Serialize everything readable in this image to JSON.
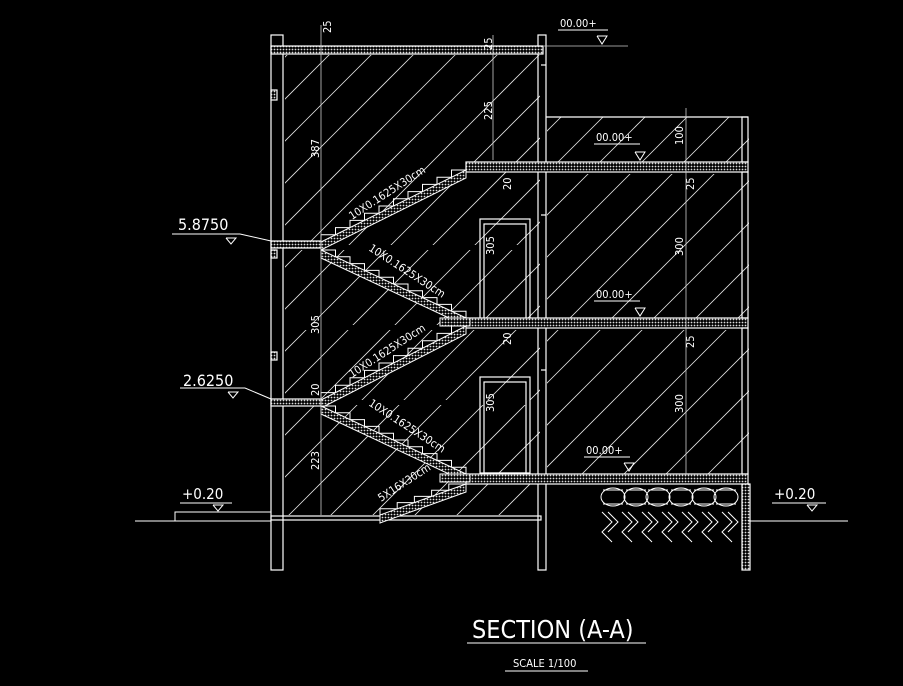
{
  "drawing": {
    "title": "SECTION (A-A)",
    "scale": "SCALE 1/100",
    "colors": {
      "background": "#000000",
      "line": "#ffffff",
      "hatch": "#e6e6e6"
    }
  },
  "levels": {
    "upper": "5.8750",
    "middle": "2.6250",
    "ground_left": "+0.20",
    "ground_right": "+0.20",
    "roof_mark": "00.00+",
    "annex_roof_mark": "00.00+",
    "annex_floor2_mark": "00.00+",
    "annex_floor1_mark": "00.00+"
  },
  "dimensions": {
    "top_parapet": "25",
    "top_slab": "25",
    "upper_height": "225",
    "left_top_height": "387",
    "upper_slab": "20",
    "upper_door": "305",
    "middle_height": "305",
    "middle_slab": "20",
    "middle_door": "305",
    "landing": "20",
    "bottom_height": "223",
    "annex_parapet": "100",
    "annex_slab_top": "25",
    "annex_upper_height": "300",
    "annex_slab_mid": "25",
    "annex_lower_height": "300"
  },
  "stairs": {
    "flight_upper_a": "10X0.1625X30cm",
    "flight_upper_b": "10X0.1625X30cm",
    "flight_lower_a": "10X0.1625X30cm",
    "flight_lower_b": "10X0.1625X30cm",
    "flight_base": "5X16X30cm"
  }
}
